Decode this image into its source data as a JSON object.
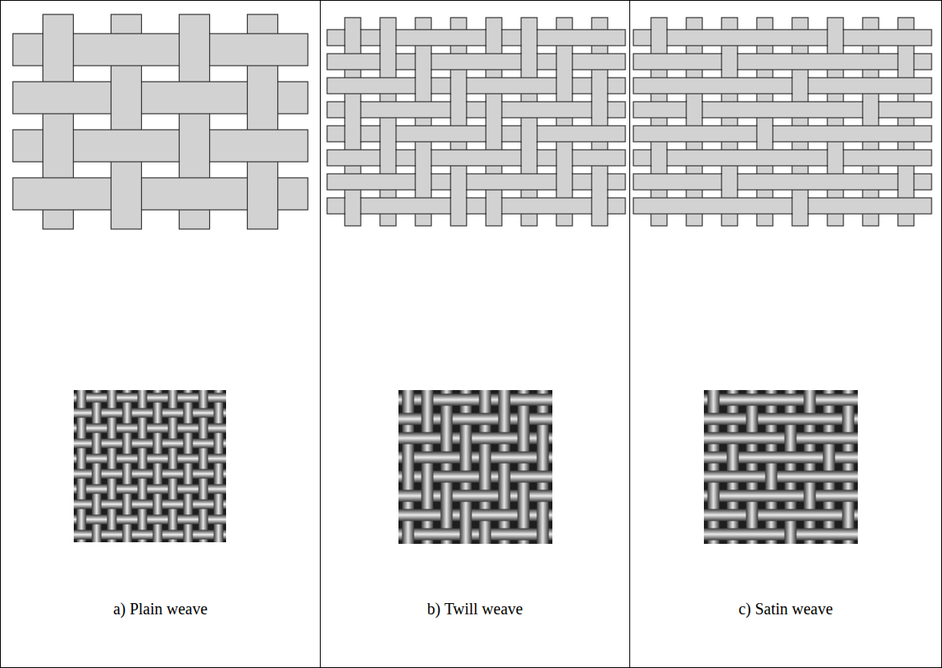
{
  "diagram": {
    "nodes": [
      {
        "text": [
          "a) Plain weave"
        ]
      },
      {
        "text": [
          "b) Twill weave"
        ]
      },
      {
        "text": [
          "c) Satin weave"
        ]
      }
    ]
  }
}
